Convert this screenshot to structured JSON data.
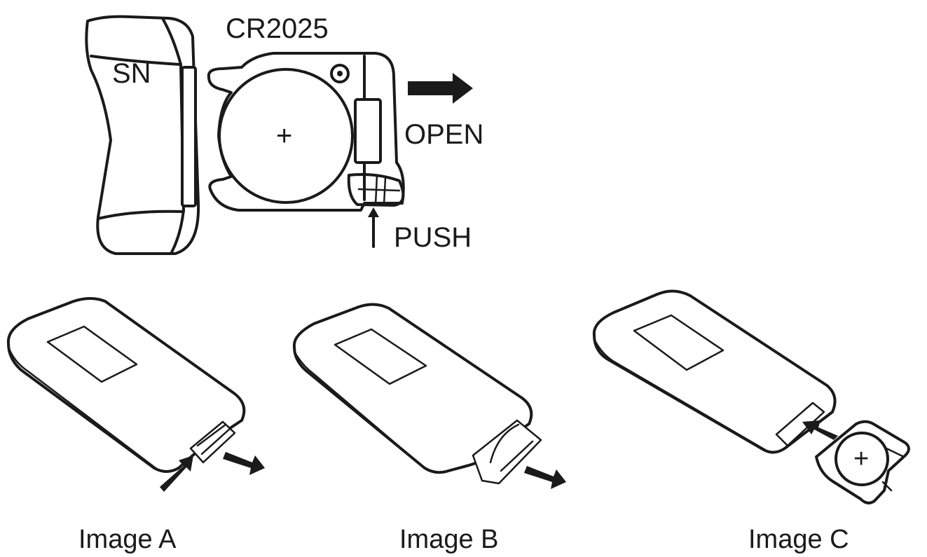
{
  "top_diagram": {
    "battery_label": "CR2025",
    "remote_label": "SN",
    "polarity_mark": "+",
    "open_label": "OPEN",
    "push_label": "PUSH",
    "push_arrow_glyph": "↑"
  },
  "steps": [
    {
      "caption": "Image A"
    },
    {
      "caption": "Image B"
    },
    {
      "caption": "Image C",
      "polarity_mark": "+"
    }
  ]
}
